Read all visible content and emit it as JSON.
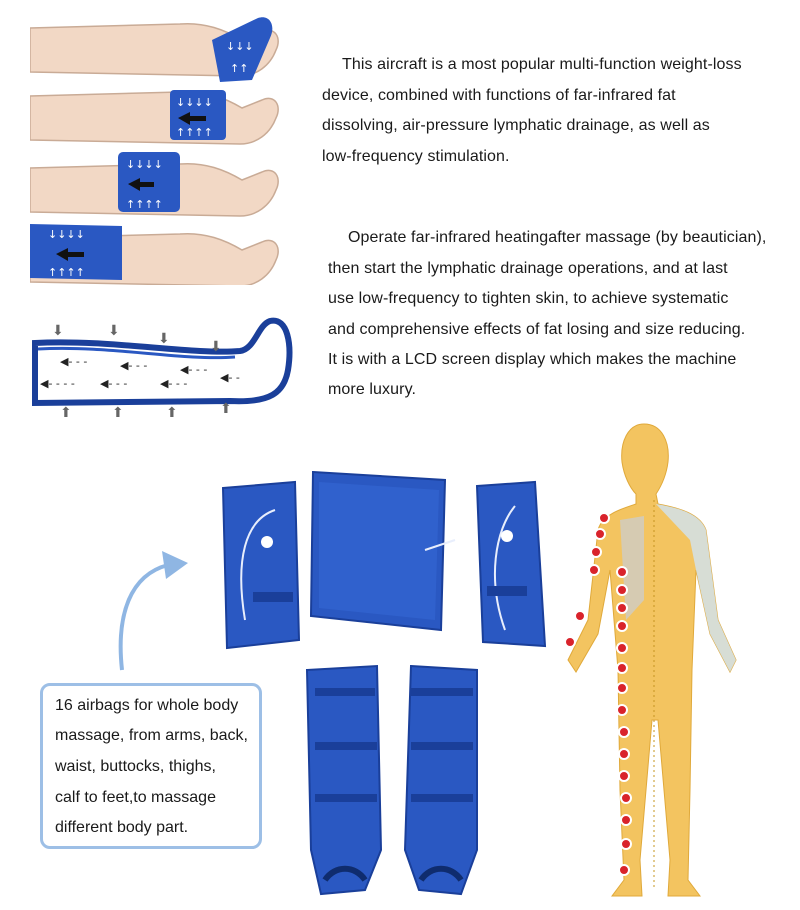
{
  "paragraph1": {
    "lines": [
      "This aircraft is a most popular multi-function weight-loss",
      "device, combined with functions of far-infrared fat",
      "dissolving, air-pressure lymphatic drainage, as well as",
      "low-frequency stimulation."
    ]
  },
  "paragraph2": {
    "lines": [
      "Operate far-infrared heatingafter massage (by beautician),",
      "then start the lymphatic  drainage operations, and at last",
      "use low-frequency to tighten skin, to achieve systematic",
      "and comprehensive effects of fat losing and size reducing.",
      "It is with a LCD screen display which makes the machine",
      "more luxury."
    ]
  },
  "callout": {
    "lines": [
      "16 airbags for whole body",
      "massage, from  arms, back,",
      " waist, buttocks, thighs,",
      "calf to feet,to massage",
      "different body part."
    ]
  },
  "colors": {
    "airbag_blue": "#2a58c2",
    "airbag_dark": "#1a3f9a",
    "skin": "#f2d8c5",
    "body_yellow": "#f3c460",
    "point_red": "#d9232b",
    "callout_border": "#9dbfe6",
    "arrow_blue": "#8fb6e3"
  }
}
